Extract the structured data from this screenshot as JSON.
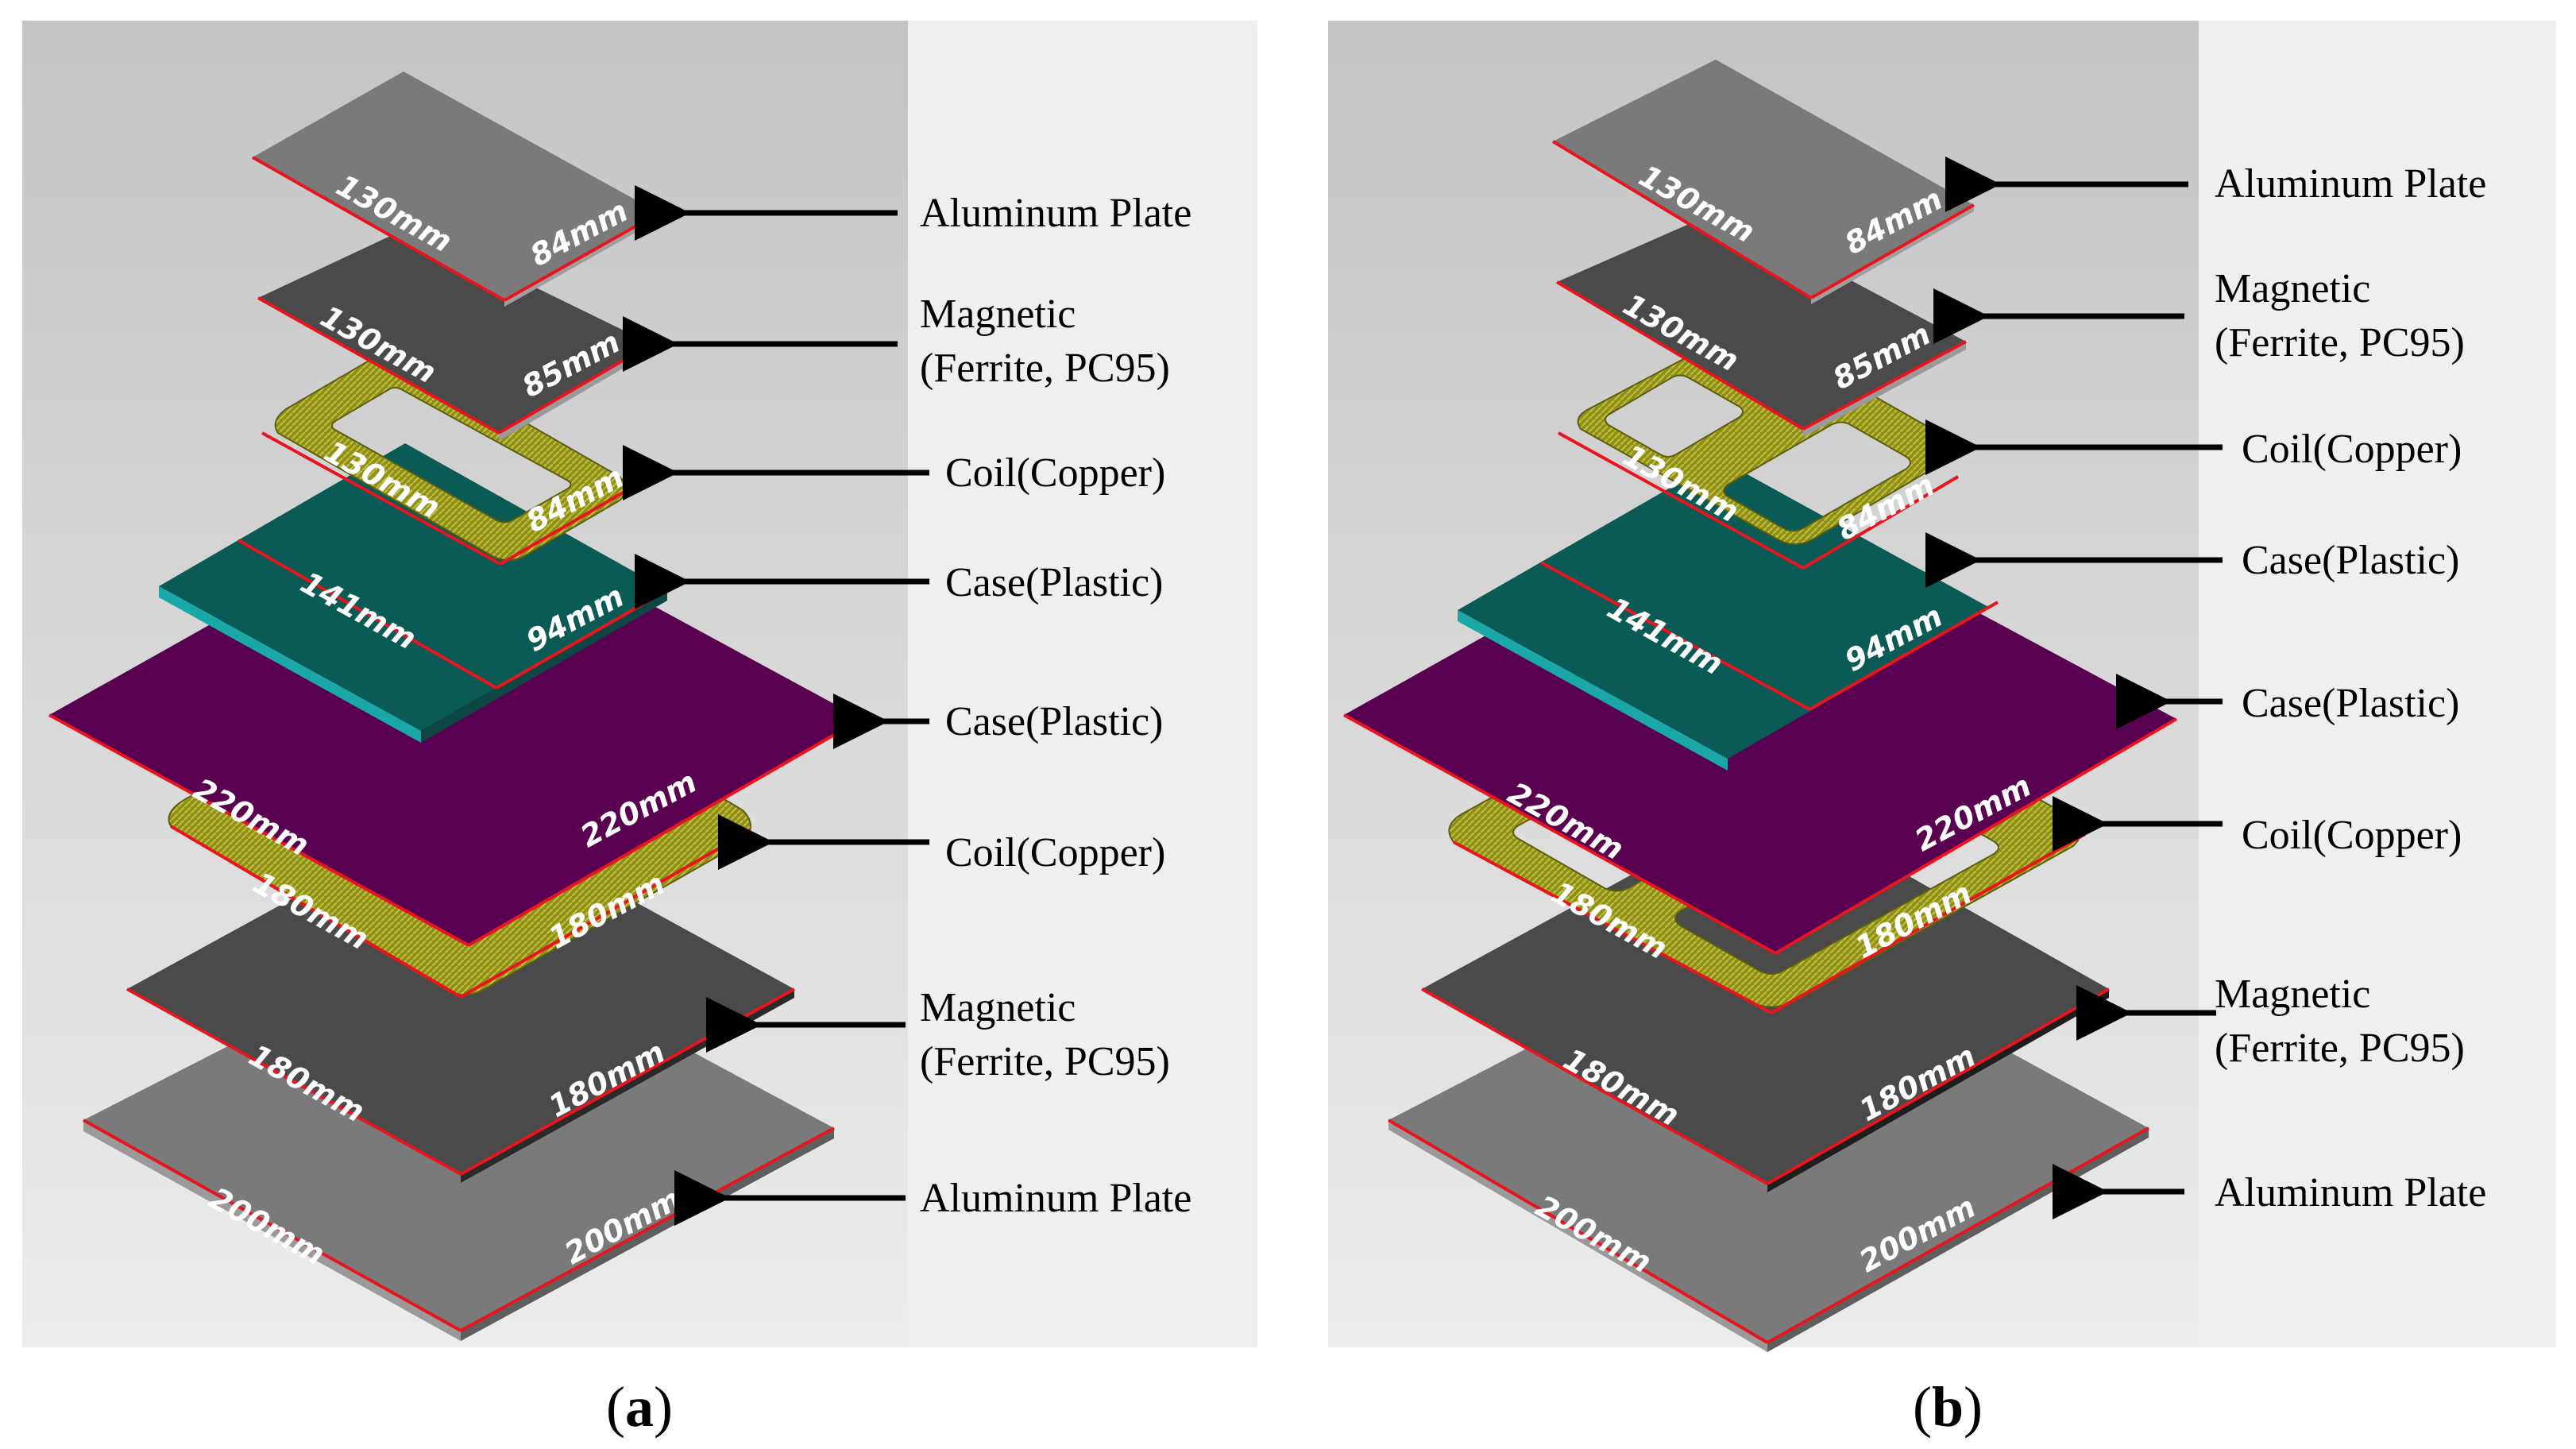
{
  "panels": [
    {
      "id": "a",
      "caption_open": "(",
      "caption_letter": "a",
      "caption_close": ")",
      "layers": [
        {
          "name": "Aluminum Plate",
          "width": "130mm",
          "depth": "84mm"
        },
        {
          "name": "Magnetic (Ferrite, PC95)",
          "width": "130mm",
          "depth": "85mm"
        },
        {
          "name": "Coil(Copper)",
          "width": "130mm",
          "depth": "84mm"
        },
        {
          "name": "Case(Plastic)",
          "width": "141mm",
          "depth": "94mm"
        },
        {
          "name": "Case(Plastic)",
          "width": "220mm",
          "depth": "220mm"
        },
        {
          "name": "Coil(Copper)",
          "width": "180mm",
          "depth": "180mm"
        },
        {
          "name": "Magnetic (Ferrite, PC95)",
          "width": "180mm",
          "depth": "180mm"
        },
        {
          "name": "Aluminum Plate",
          "width": "200mm",
          "depth": "200mm"
        }
      ],
      "labels": [
        {
          "lines": [
            "Aluminum Plate"
          ]
        },
        {
          "lines": [
            "Magnetic",
            "(Ferrite, PC95)"
          ]
        },
        {
          "lines": [
            "Coil(Copper)"
          ]
        },
        {
          "lines": [
            "Case(Plastic)"
          ]
        },
        {
          "lines": [
            "Case(Plastic)"
          ]
        },
        {
          "lines": [
            "Coil(Copper)"
          ]
        },
        {
          "lines": [
            "Magnetic",
            "(Ferrite, PC95)"
          ]
        },
        {
          "lines": [
            "Aluminum Plate"
          ]
        }
      ]
    },
    {
      "id": "b",
      "caption_open": "(",
      "caption_letter": "b",
      "caption_close": ")",
      "layers": [
        {
          "name": "Aluminum Plate",
          "width": "130mm",
          "depth": "84mm"
        },
        {
          "name": "Magnetic (Ferrite, PC95)",
          "width": "130mm",
          "depth": "85mm"
        },
        {
          "name": "Coil(Copper)",
          "width": "130mm",
          "depth": "84mm"
        },
        {
          "name": "Case(Plastic)",
          "width": "141mm",
          "depth": "94mm"
        },
        {
          "name": "Case(Plastic)",
          "width": "220mm",
          "depth": "220mm"
        },
        {
          "name": "Coil(Copper)",
          "width": "180mm",
          "depth": "180mm"
        },
        {
          "name": "Magnetic (Ferrite, PC95)",
          "width": "180mm",
          "depth": "180mm"
        },
        {
          "name": "Aluminum Plate",
          "width": "200mm",
          "depth": "200mm"
        }
      ],
      "labels": [
        {
          "lines": [
            "Aluminum Plate"
          ]
        },
        {
          "lines": [
            "Magnetic",
            "(Ferrite, PC95)"
          ]
        },
        {
          "lines": [
            "Coil(Copper)"
          ]
        },
        {
          "lines": [
            "Case(Plastic)"
          ]
        },
        {
          "lines": [
            "Case(Plastic)"
          ]
        },
        {
          "lines": [
            "Coil(Copper)"
          ]
        },
        {
          "lines": [
            "Magnetic",
            "(Ferrite, PC95)"
          ]
        },
        {
          "lines": [
            "Aluminum Plate"
          ]
        }
      ]
    }
  ],
  "colors": {
    "aluminum": "#7a7a7a",
    "ferrite": "#4a4a4a",
    "coil": "#8f8f1e",
    "case_small": "#0a5a55",
    "case_large": "#5a0050",
    "dimension_line": "#e8141e",
    "arrow": "#000000",
    "background_gradient_top": "#c4c4c4",
    "background_gradient_bottom": "#ececec",
    "side_panel": "#efefef"
  }
}
